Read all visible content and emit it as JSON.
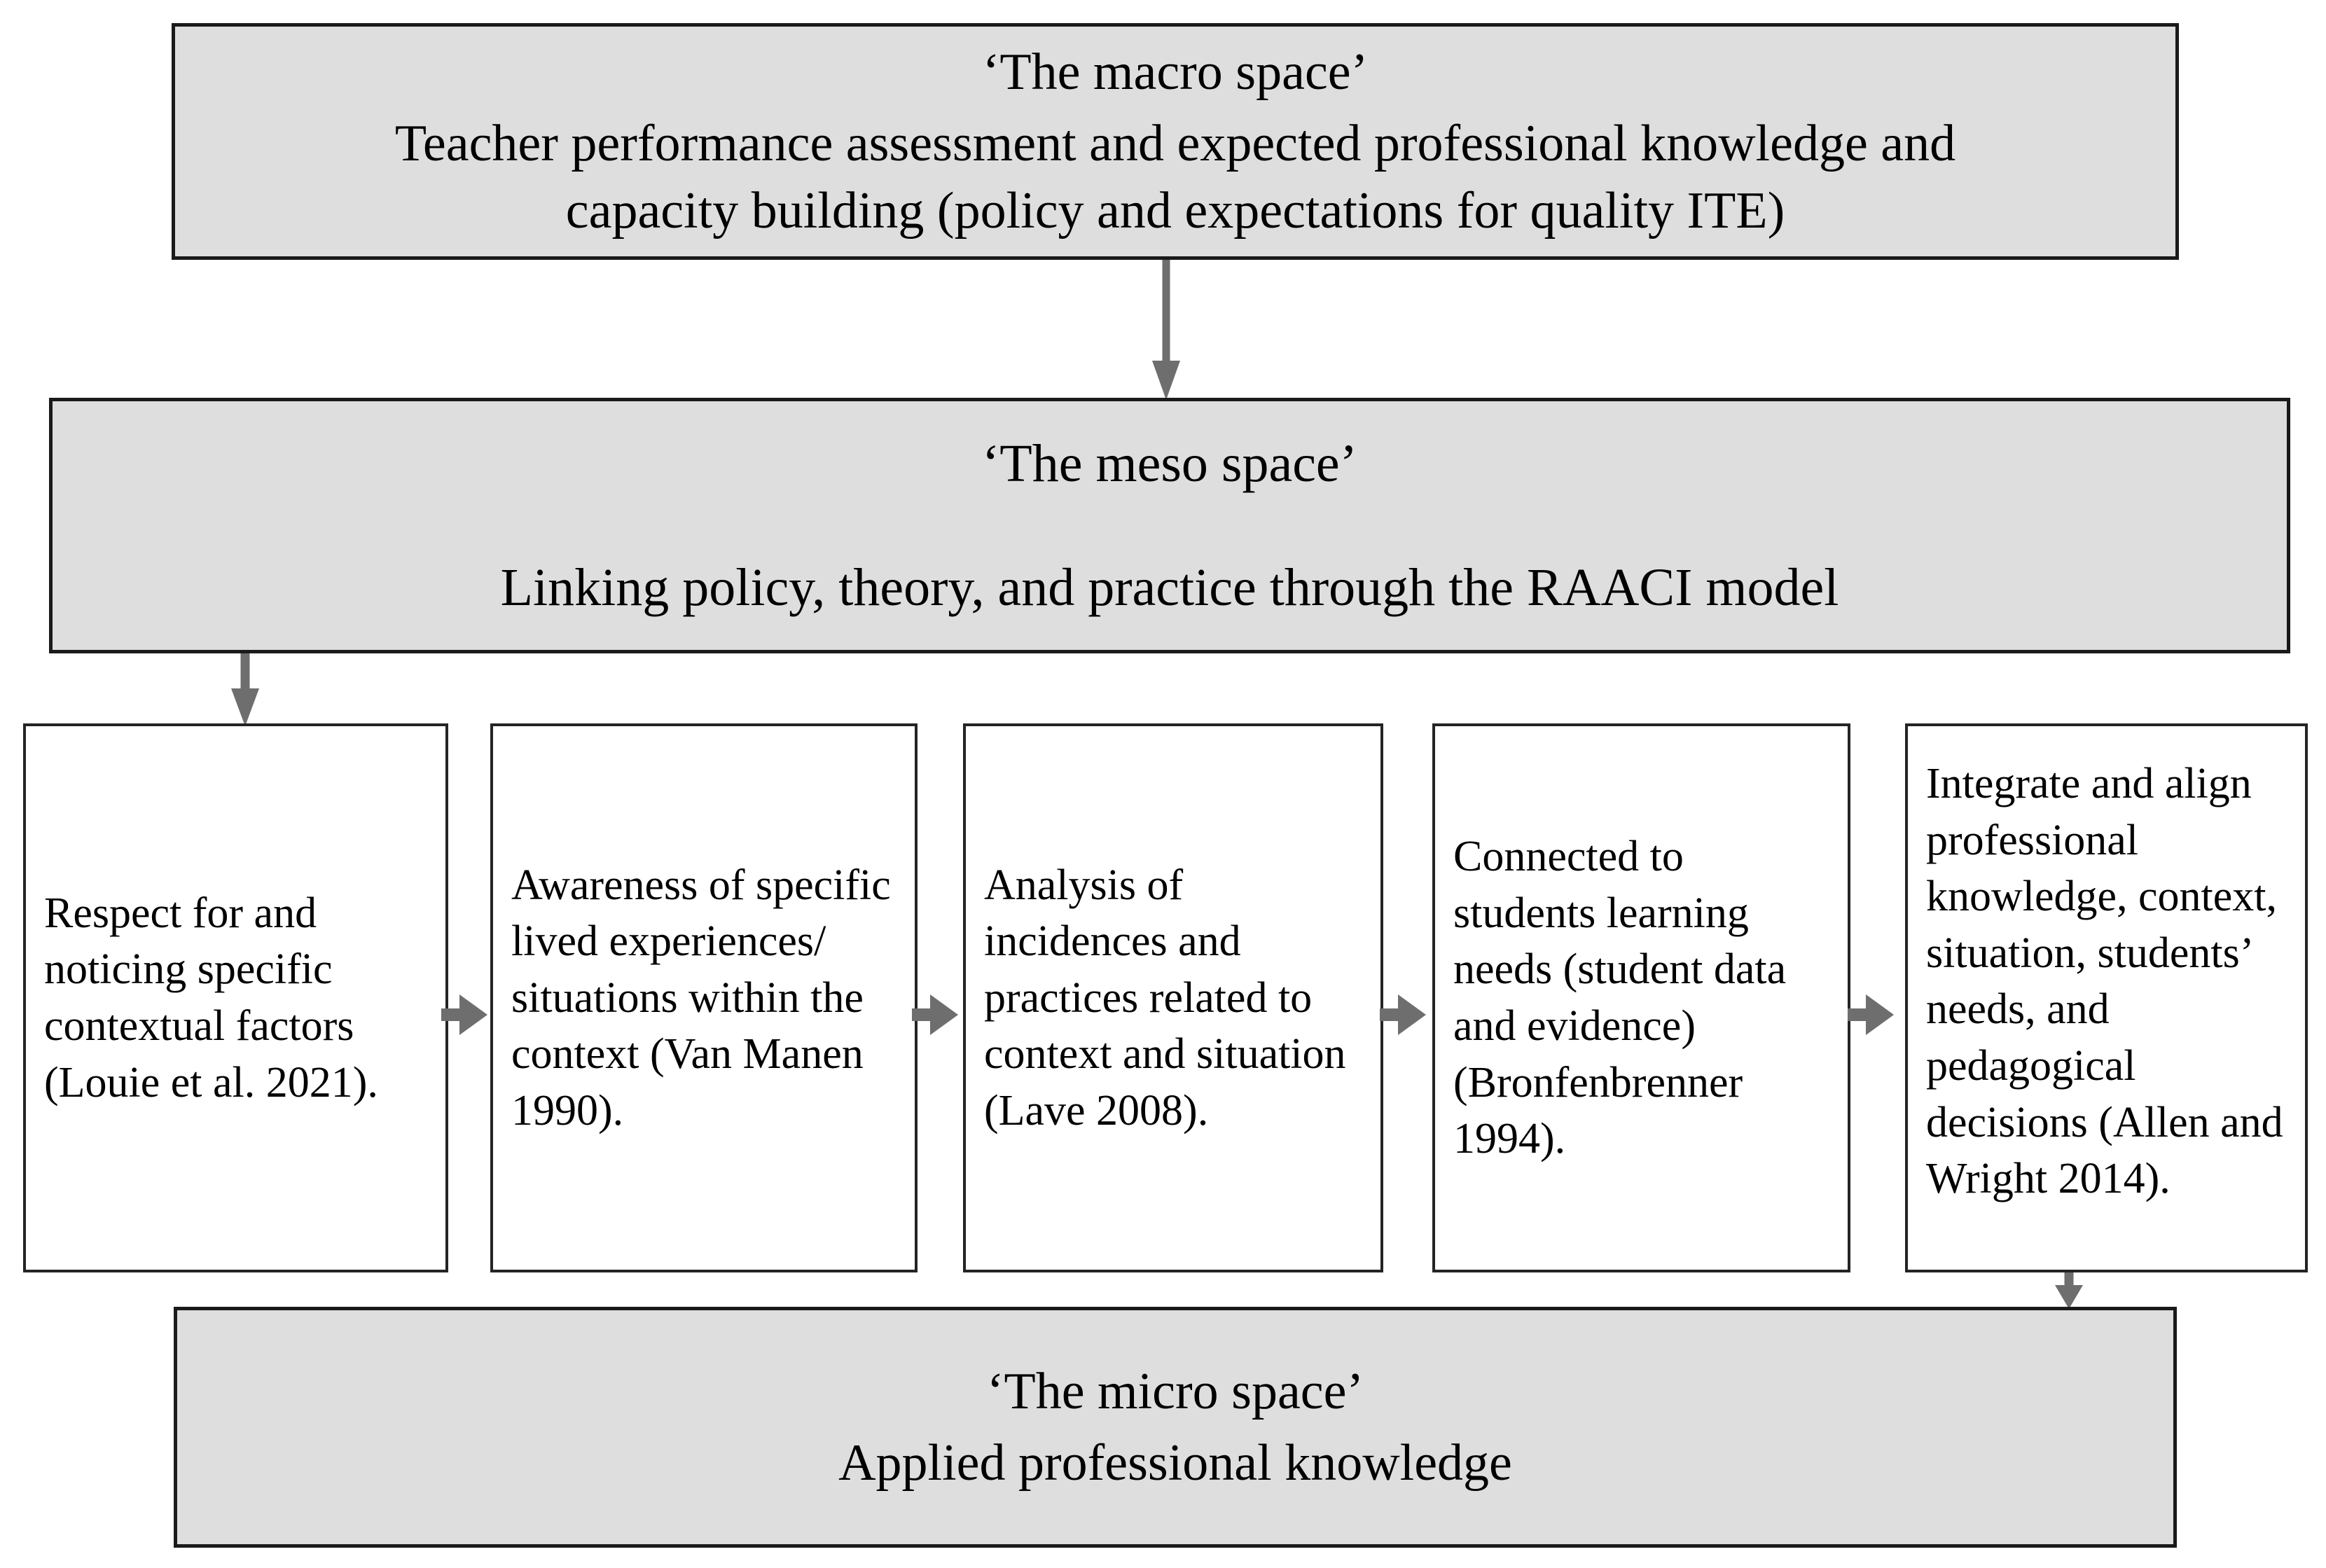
{
  "figure": {
    "type": "flow-diagram",
    "title": "RAACI model linking macro, meso and micro spaces"
  },
  "colors": {
    "band_fill": "#dedede",
    "band_border": "#1a1a1a",
    "card_fill": "#ffffff",
    "card_border": "#242424",
    "arrow": "#6e6e6e",
    "text": "#000000"
  },
  "macro": {
    "heading": "‘The macro space’",
    "line1": "Teacher performance assessment and expected professional knowledge and",
    "line2": "capacity building (policy and expectations for quality ITE)"
  },
  "meso": {
    "heading": "‘The meso space’",
    "subtitle": "Linking policy, theory, and practice through the RAACI model"
  },
  "micro": {
    "heading": "‘The micro space’",
    "subtitle": "Applied professional knowledge"
  },
  "cards": [
    {
      "id": "R",
      "text": "Respect for and noticing specific contextual factors (Louie et al. 2021)."
    },
    {
      "id": "A1",
      "text": "Awareness of specific lived experiences/ situations within the context (Van Manen 1990)."
    },
    {
      "id": "A2",
      "text": "Analysis of incidences and practices related to context and situation (Lave 2008)."
    },
    {
      "id": "C",
      "text": "Connected to students learning needs (student data and evidence) (Bronfenbrenner 1994)."
    },
    {
      "id": "I",
      "text": "Integrate and align professional knowledge, context, situation, students’ needs, and pedagogical decisions (Allen and Wright 2014)."
    }
  ],
  "arrows": [
    {
      "name": "macro-to-meso",
      "direction": "down"
    },
    {
      "name": "meso-to-card-1",
      "direction": "down"
    },
    {
      "name": "card-1-to-card-2",
      "direction": "right"
    },
    {
      "name": "card-2-to-card-3",
      "direction": "right"
    },
    {
      "name": "card-3-to-card-4",
      "direction": "right"
    },
    {
      "name": "card-4-to-card-5",
      "direction": "right"
    },
    {
      "name": "card-5-to-micro",
      "direction": "down"
    }
  ]
}
